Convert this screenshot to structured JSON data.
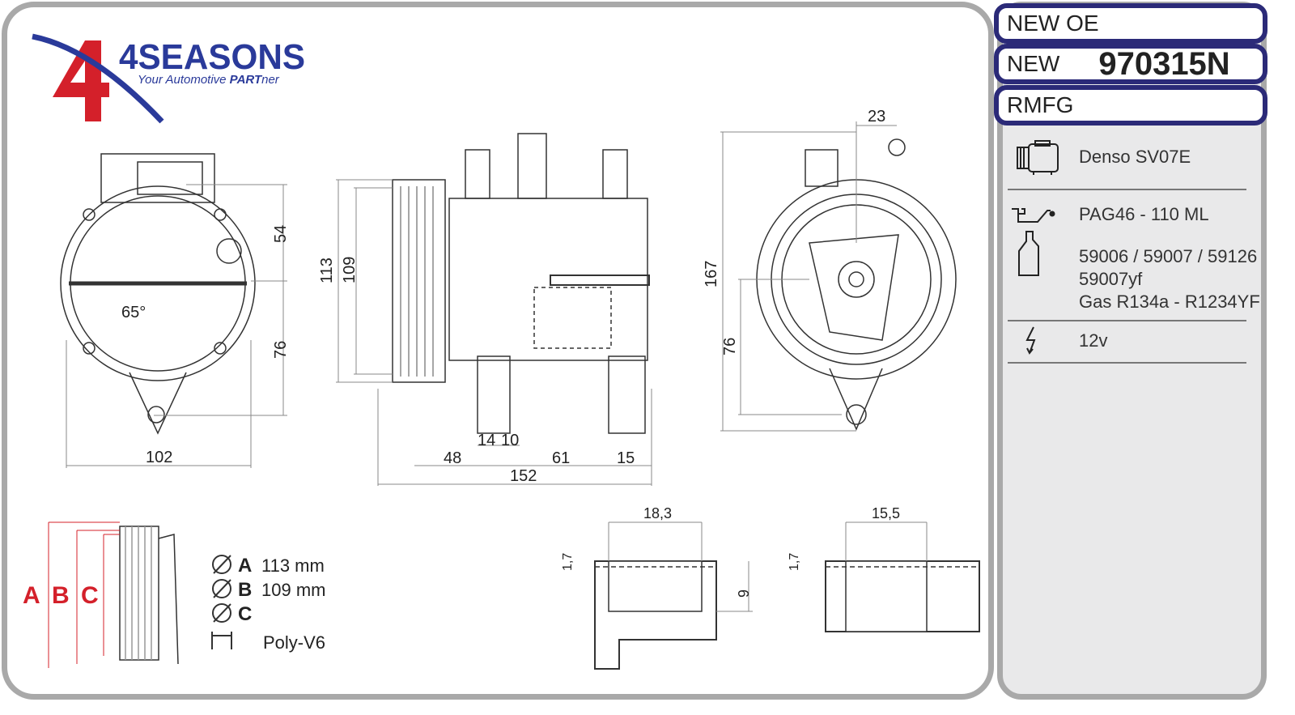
{
  "brand": {
    "name": "4SEASONS",
    "tagline_prefix": "Your Automotive ",
    "tagline_bold": "PART",
    "tagline_suffix": "ner"
  },
  "header": {
    "new_oe": "NEW OE",
    "new_label": "NEW",
    "part_number": "970315N",
    "rmfg": "RMFG"
  },
  "specs": {
    "model": "Denso SV07E",
    "oil": "PAG46 - 110 ML",
    "oil_refs": "59006 / 59007 / 59126",
    "oil_refs2": "59007yf",
    "gas": "Gas R134a - R1234YF",
    "voltage": "12v"
  },
  "dimensions": {
    "front": {
      "d54": "54",
      "d76": "76",
      "d102": "102",
      "angle": "65°"
    },
    "side": {
      "d113": "113",
      "d109": "109",
      "d48": "48",
      "d14": "14",
      "d10": "10",
      "d61": "61",
      "d15": "15",
      "d152": "152"
    },
    "rear": {
      "d23": "23",
      "d167": "167",
      "d76": "76"
    },
    "port1": {
      "w": "18,3",
      "h": "1,7",
      "d": "9"
    },
    "port2": {
      "w": "15,5",
      "h": "1,7"
    }
  },
  "pulley": {
    "letters": [
      "A",
      "B",
      "C"
    ],
    "rows": [
      {
        "letter": "A",
        "value": "113 mm"
      },
      {
        "letter": "B",
        "value": "109 mm"
      },
      {
        "letter": "C",
        "value": ""
      }
    ],
    "belt": "Poly-V6"
  },
  "colors": {
    "navy": "#2b2a78",
    "red": "#d4202a",
    "blue": "#2a3a9a"
  }
}
